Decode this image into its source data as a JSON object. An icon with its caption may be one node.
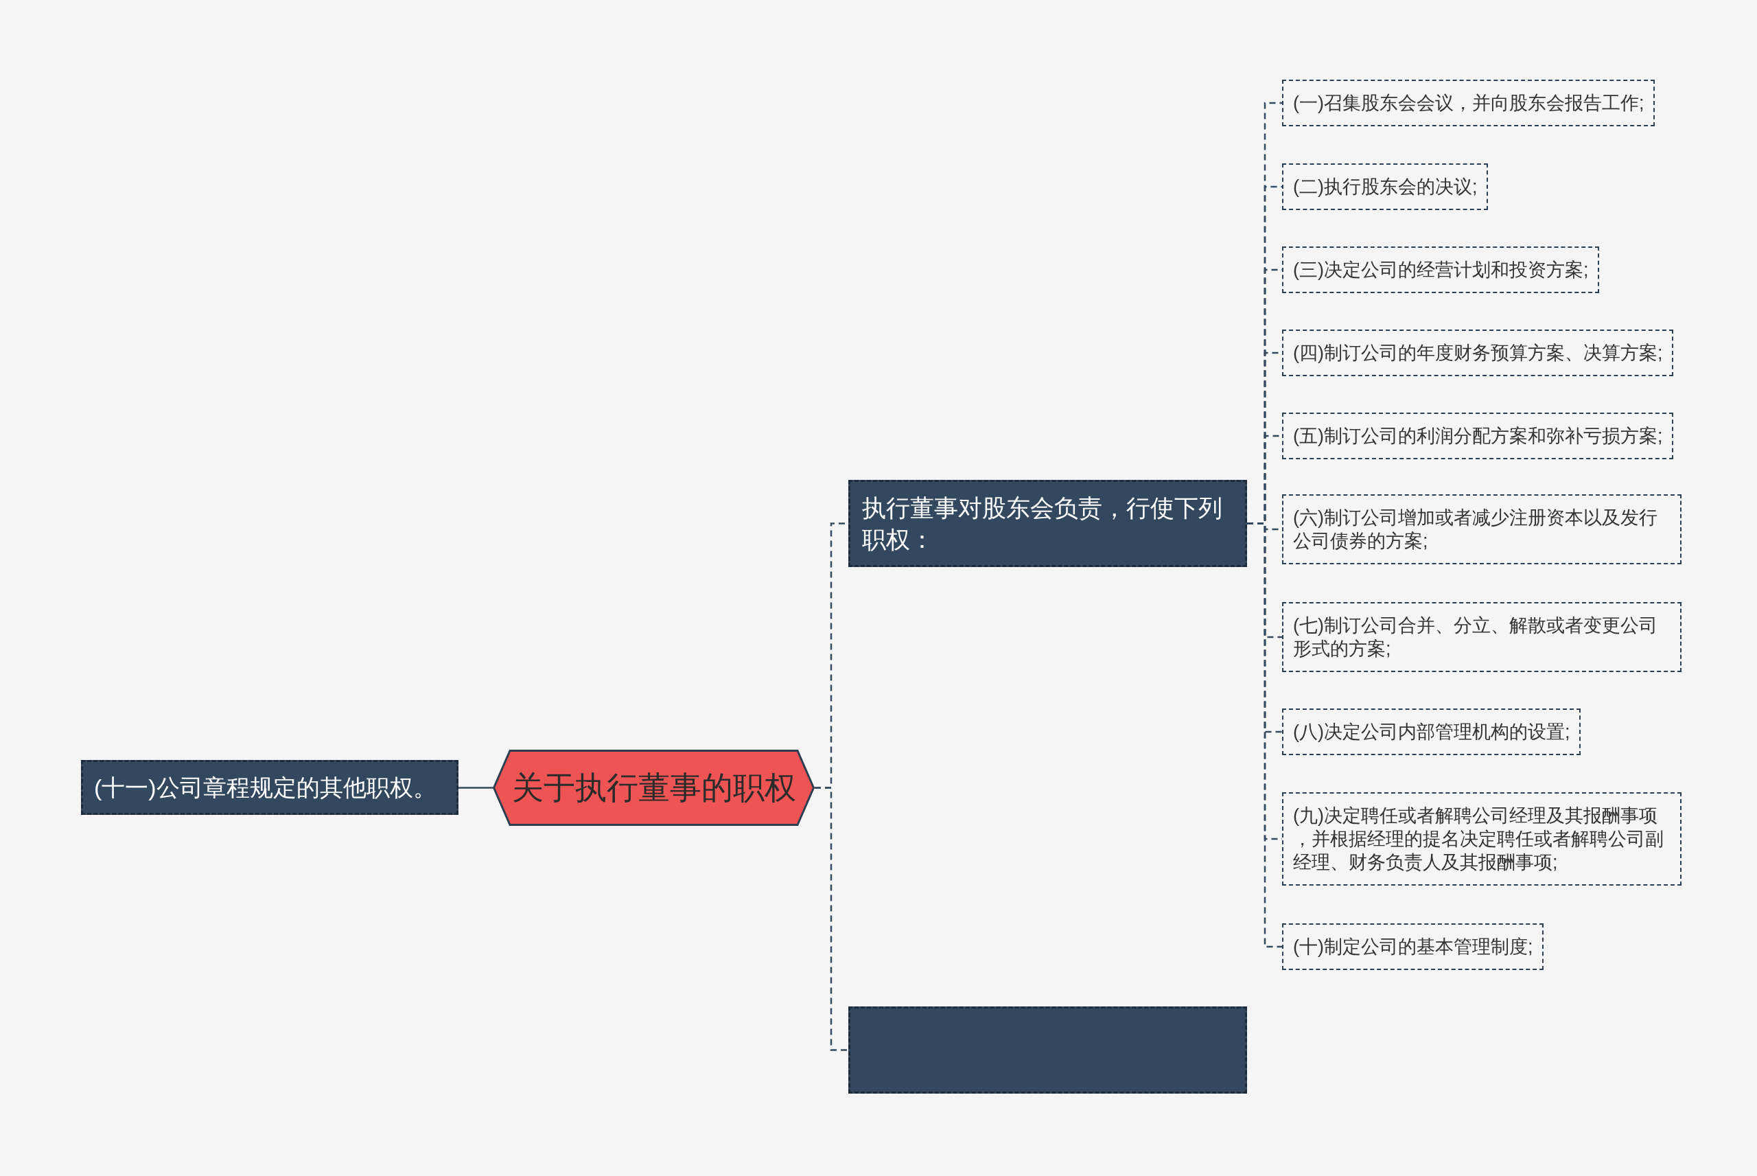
{
  "diagram": {
    "nodes": [
      {
        "text": [
          "(十一)公司章程规定的其他职权。"
        ]
      },
      {
        "text": [
          "关于执行董事的职权"
        ]
      },
      {
        "text": [
          "执行董事对股东会负责，行使下列职权："
        ]
      },
      {
        "text": [
          "(一)召集股东会会议，并向股东会报告工作;"
        ]
      },
      {
        "text": [
          "(二)执行股东会的决议;"
        ]
      },
      {
        "text": [
          "(三)决定公司的经营计划和投资方案;"
        ]
      },
      {
        "text": [
          "(四)制订公司的年度财务预算方案、决算方案;"
        ]
      },
      {
        "text": [
          "(五)制订公司的利润分配方案和弥补亏损方案;"
        ]
      },
      {
        "text": [
          "(六)制订公司增加或者减少注册资本以及发行公司债券的方案;"
        ]
      },
      {
        "text": [
          "(七)制订公司合并、分立、解散或者变更公司形式的方案;"
        ]
      },
      {
        "text": [
          "(八)决定公司内部管理机构的设置;"
        ]
      },
      {
        "text": [
          "(九)决定聘任或者解聘公司经理及其报酬事项，并根据经理的提名决定聘任或者解聘公司副经理、财务负责人及其报酬事项;"
        ]
      },
      {
        "text": [
          "(十)制定公司的基本管理制度;"
        ]
      },
      {
        "text": [],
        "shape": "box"
      }
    ],
    "edges": [
      {
        "from": 1,
        "to": 0,
        "arrow": "none"
      },
      {
        "from": 1,
        "to": 2,
        "arrow": "none",
        "style": "dashed"
      },
      {
        "from": 2,
        "to": 3,
        "arrow": "none",
        "style": "dashed"
      },
      {
        "from": 2,
        "to": 4,
        "arrow": "none",
        "style": "dashed"
      },
      {
        "from": 2,
        "to": 5,
        "arrow": "none",
        "style": "dashed"
      },
      {
        "from": 2,
        "to": 6,
        "arrow": "none",
        "style": "dashed"
      },
      {
        "from": 2,
        "to": 7,
        "arrow": "none",
        "style": "dashed"
      },
      {
        "from": 2,
        "to": 8,
        "arrow": "none",
        "style": "dashed"
      },
      {
        "from": 2,
        "to": 9,
        "arrow": "none",
        "style": "dashed"
      },
      {
        "from": 2,
        "to": 10,
        "arrow": "none",
        "style": "dashed"
      },
      {
        "from": 2,
        "to": 11,
        "arrow": "none",
        "style": "dashed"
      },
      {
        "from": 2,
        "to": 12,
        "arrow": "none",
        "style": "dashed"
      },
      {
        "from": 1,
        "to": 13,
        "arrow": "none",
        "style": "dashed"
      }
    ]
  }
}
